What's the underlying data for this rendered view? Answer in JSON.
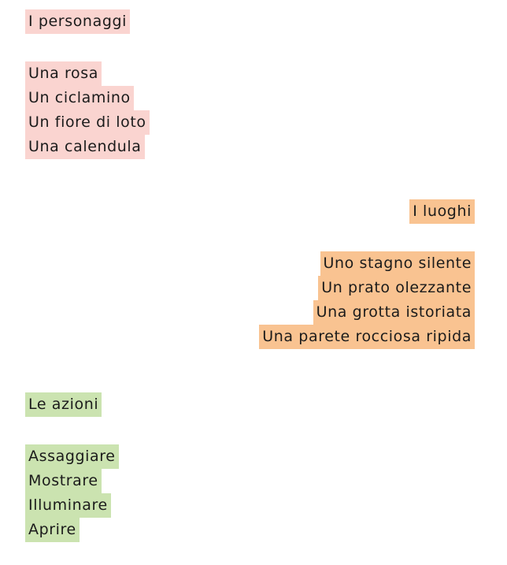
{
  "page": {
    "background_color": "#ffffff",
    "text_color": "#1b1b1b"
  },
  "groups": [
    {
      "id": "characters",
      "title": "I personaggi",
      "highlight_color": "#fad4d0",
      "alignment": "left",
      "items": [
        "Una rosa",
        "Un ciclamino",
        "Un fiore di loto",
        "Una calendula"
      ]
    },
    {
      "id": "places",
      "title": "I luoghi",
      "highlight_color": "#f9c391",
      "alignment": "right",
      "items": [
        "Uno stagno silente",
        "Un prato olezzante",
        "Una grotta istoriata",
        "Una parete rocciosa ripida"
      ]
    },
    {
      "id": "actions",
      "title": "Le azioni",
      "highlight_color": "#cbe3b0",
      "alignment": "left",
      "items": [
        "Assaggiare",
        "Mostrare",
        "Illuminare",
        "Aprire"
      ]
    }
  ]
}
